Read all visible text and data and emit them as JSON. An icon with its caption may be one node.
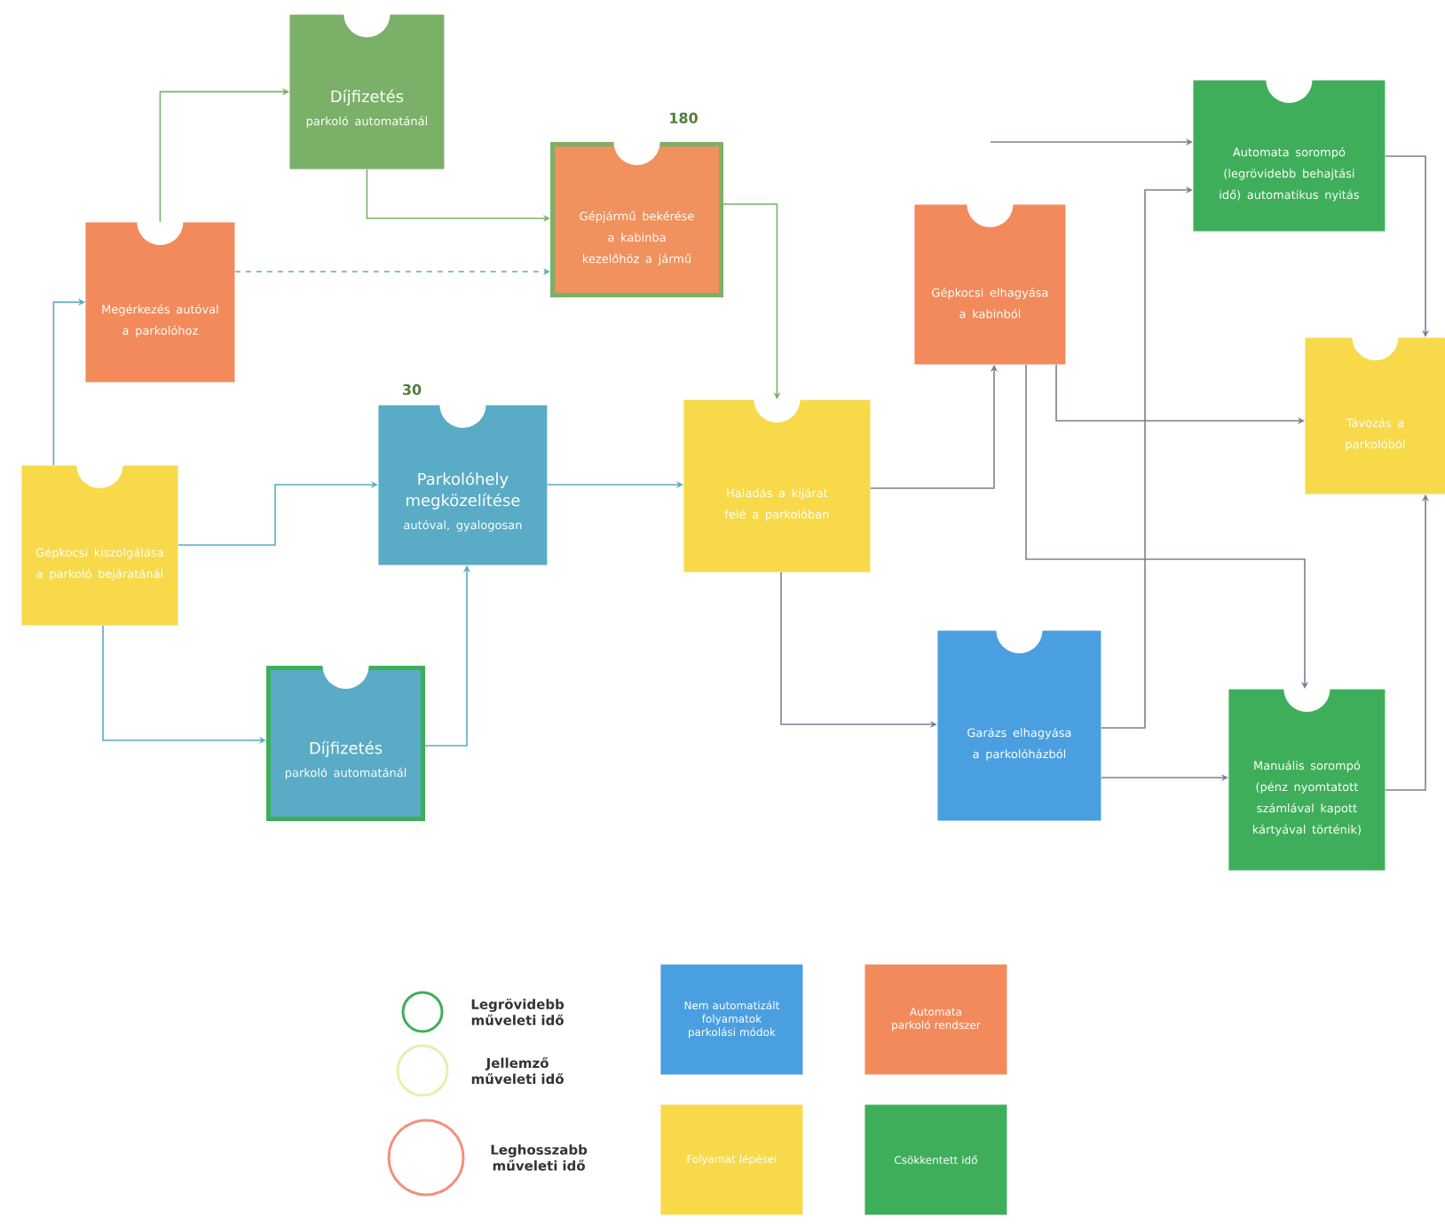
{
  "diagram": {
    "nodes": [
      {
        "text": [
          "Díjfizetés",
          "parkoló automatánál"
        ]
      },
      {
        "text": [
          "Megérkezés autóval a parkolóhoz"
        ]
      },
      {
        "text": [
          "Gépjármű bekérése a kabinba kezelőhöz a jármű"
        ],
        "beside": [
          "180"
        ]
      },
      {
        "text": [
          "Gépkocsi kiszolgálása a parkoló bejáratánál"
        ]
      },
      {
        "text": [
          "Parkolóhely megközelítése",
          "autóval, gyalogosan"
        ],
        "beside": [
          "30"
        ]
      },
      {
        "text": [
          "Haladás a kijárat felé a parkolóban"
        ]
      },
      {
        "text": [
          "Díjfizetés",
          "parkoló automatánál"
        ]
      },
      {
        "text": [
          "Gépkocsi elhagyása a kabinból"
        ]
      },
      {
        "text": [
          "Automata sorompó (legrövidebb behajtási idő) automatikus nyitás"
        ]
      },
      {
        "text": [
          "Garázs elhagyása a parkolóházból"
        ]
      },
      {
        "text": [
          "Távozás a parkolóból"
        ]
      },
      {
        "text": [
          "Manuális sorompó (pénz nyomtatott számlával kapott kártyával történik)"
        ]
      }
    ],
    "edges": [
      {
        "from": 3,
        "to": 1,
        "arrow": "to",
        "color": "#5aabc5"
      },
      {
        "from": 1,
        "to": 0,
        "arrow": "to",
        "color": "#7bb069"
      },
      {
        "from": 1,
        "to": 2,
        "arrow": "to",
        "style": "dashed",
        "color": "#5aabc5"
      },
      {
        "from": 0,
        "to": 2,
        "arrow": "to",
        "color": "#7bb069"
      },
      {
        "from": 2,
        "to": 5,
        "arrow": "to",
        "color": "#7bb069"
      },
      {
        "from": 3,
        "to": 4,
        "arrow": "to",
        "color": "#5aabc5"
      },
      {
        "from": 3,
        "to": 6,
        "arrow": "to",
        "color": "#5aabc5"
      },
      {
        "from": 6,
        "to": 4,
        "arrow": "to",
        "color": "#5aabc5"
      },
      {
        "from": 4,
        "to": 5,
        "arrow": "to",
        "color": "#5aabc5"
      },
      {
        "from": 5,
        "to": 7,
        "arrow": "to"
      },
      {
        "from": 5,
        "to": 9,
        "arrow": "to"
      },
      {
        "from": 7,
        "to": 10,
        "arrow": "to"
      },
      {
        "from": 7,
        "to": 11,
        "arrow": "to"
      },
      {
        "from": 9,
        "to": 8,
        "arrow": "to"
      },
      {
        "from": 9,
        "to": 11,
        "arrow": "to"
      },
      {
        "from": 8,
        "to": 10,
        "arrow": "to"
      },
      {
        "from": 11,
        "to": 10,
        "arrow": "to"
      },
      {
        "from": null,
        "to": 8,
        "arrow": "to"
      }
    ],
    "legend": [
      {
        "text": "Legrövidebb műveleti idő"
      },
      {
        "text": "Jellemző műveleti idő"
      },
      {
        "text": "Leghosszabb műveleti idő"
      },
      {
        "text": "Nem automatizált folyamatok parkolási módok",
        "color": "#4a9fe0"
      },
      {
        "text": "Automata parkoló rendszer",
        "color": "#f28a5b"
      },
      {
        "text": "Folyamat lépései",
        "color": "#f8d94a"
      },
      {
        "text": "Csökkentett idő",
        "color": "#3fae5a"
      }
    ]
  }
}
